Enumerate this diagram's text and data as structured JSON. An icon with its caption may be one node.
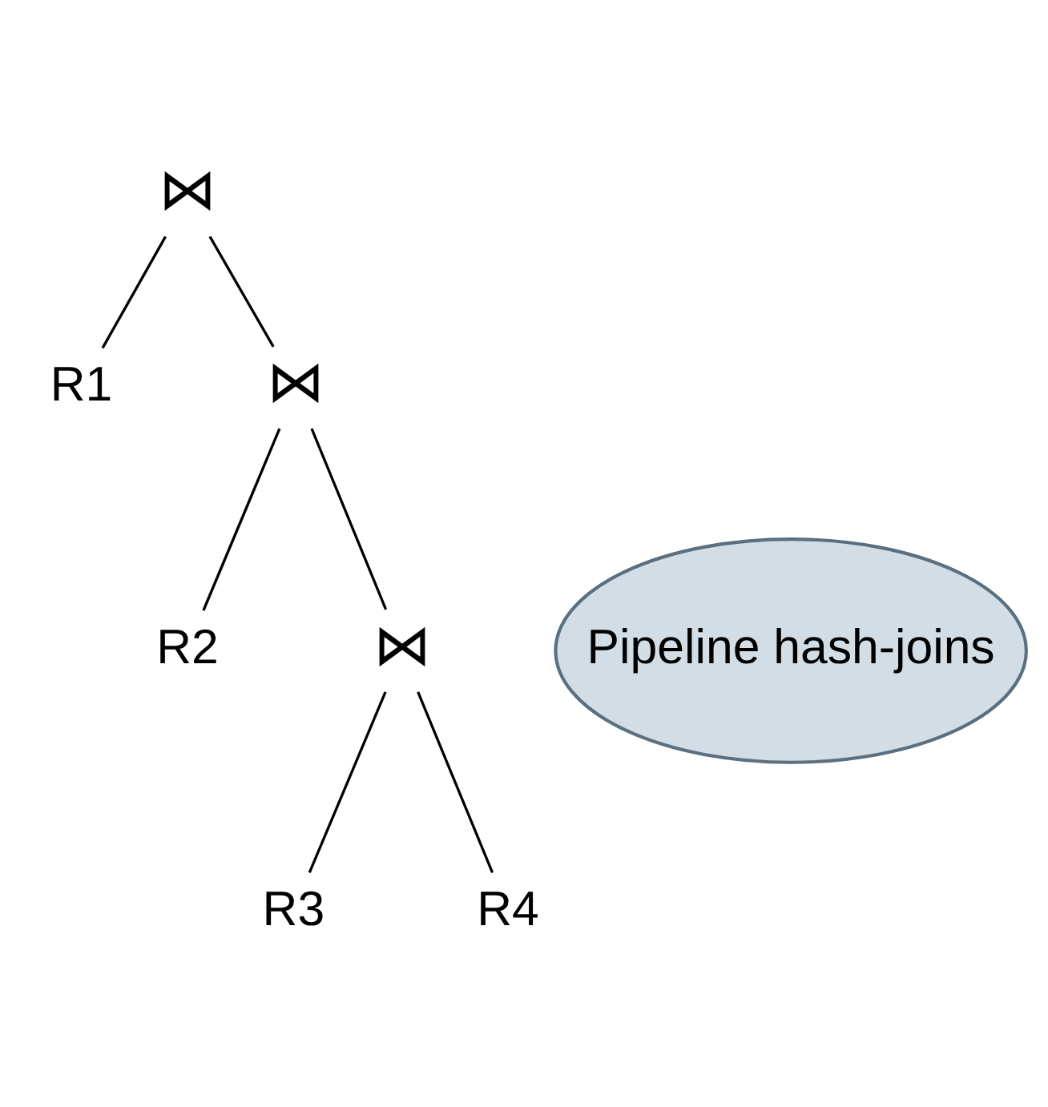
{
  "diagram": {
    "nodes": [
      {
        "text": [
          "⋈"
        ]
      },
      {
        "text": [
          "R1"
        ]
      },
      {
        "text": [
          "⋈"
        ]
      },
      {
        "text": [
          "R2"
        ]
      },
      {
        "text": [
          "⋈"
        ]
      },
      {
        "text": [
          "R3"
        ]
      },
      {
        "text": [
          "R4"
        ]
      },
      {
        "text": [
          "Pipeline hash-joins"
        ]
      }
    ],
    "edges": [
      {
        "from": 0,
        "to": 1,
        "arrow": "none"
      },
      {
        "from": 0,
        "to": 2,
        "arrow": "none"
      },
      {
        "from": 2,
        "to": 3,
        "arrow": "none"
      },
      {
        "from": 2,
        "to": 4,
        "arrow": "none"
      },
      {
        "from": 4,
        "to": 5,
        "arrow": "none"
      },
      {
        "from": 4,
        "to": 6,
        "arrow": "none"
      }
    ]
  }
}
